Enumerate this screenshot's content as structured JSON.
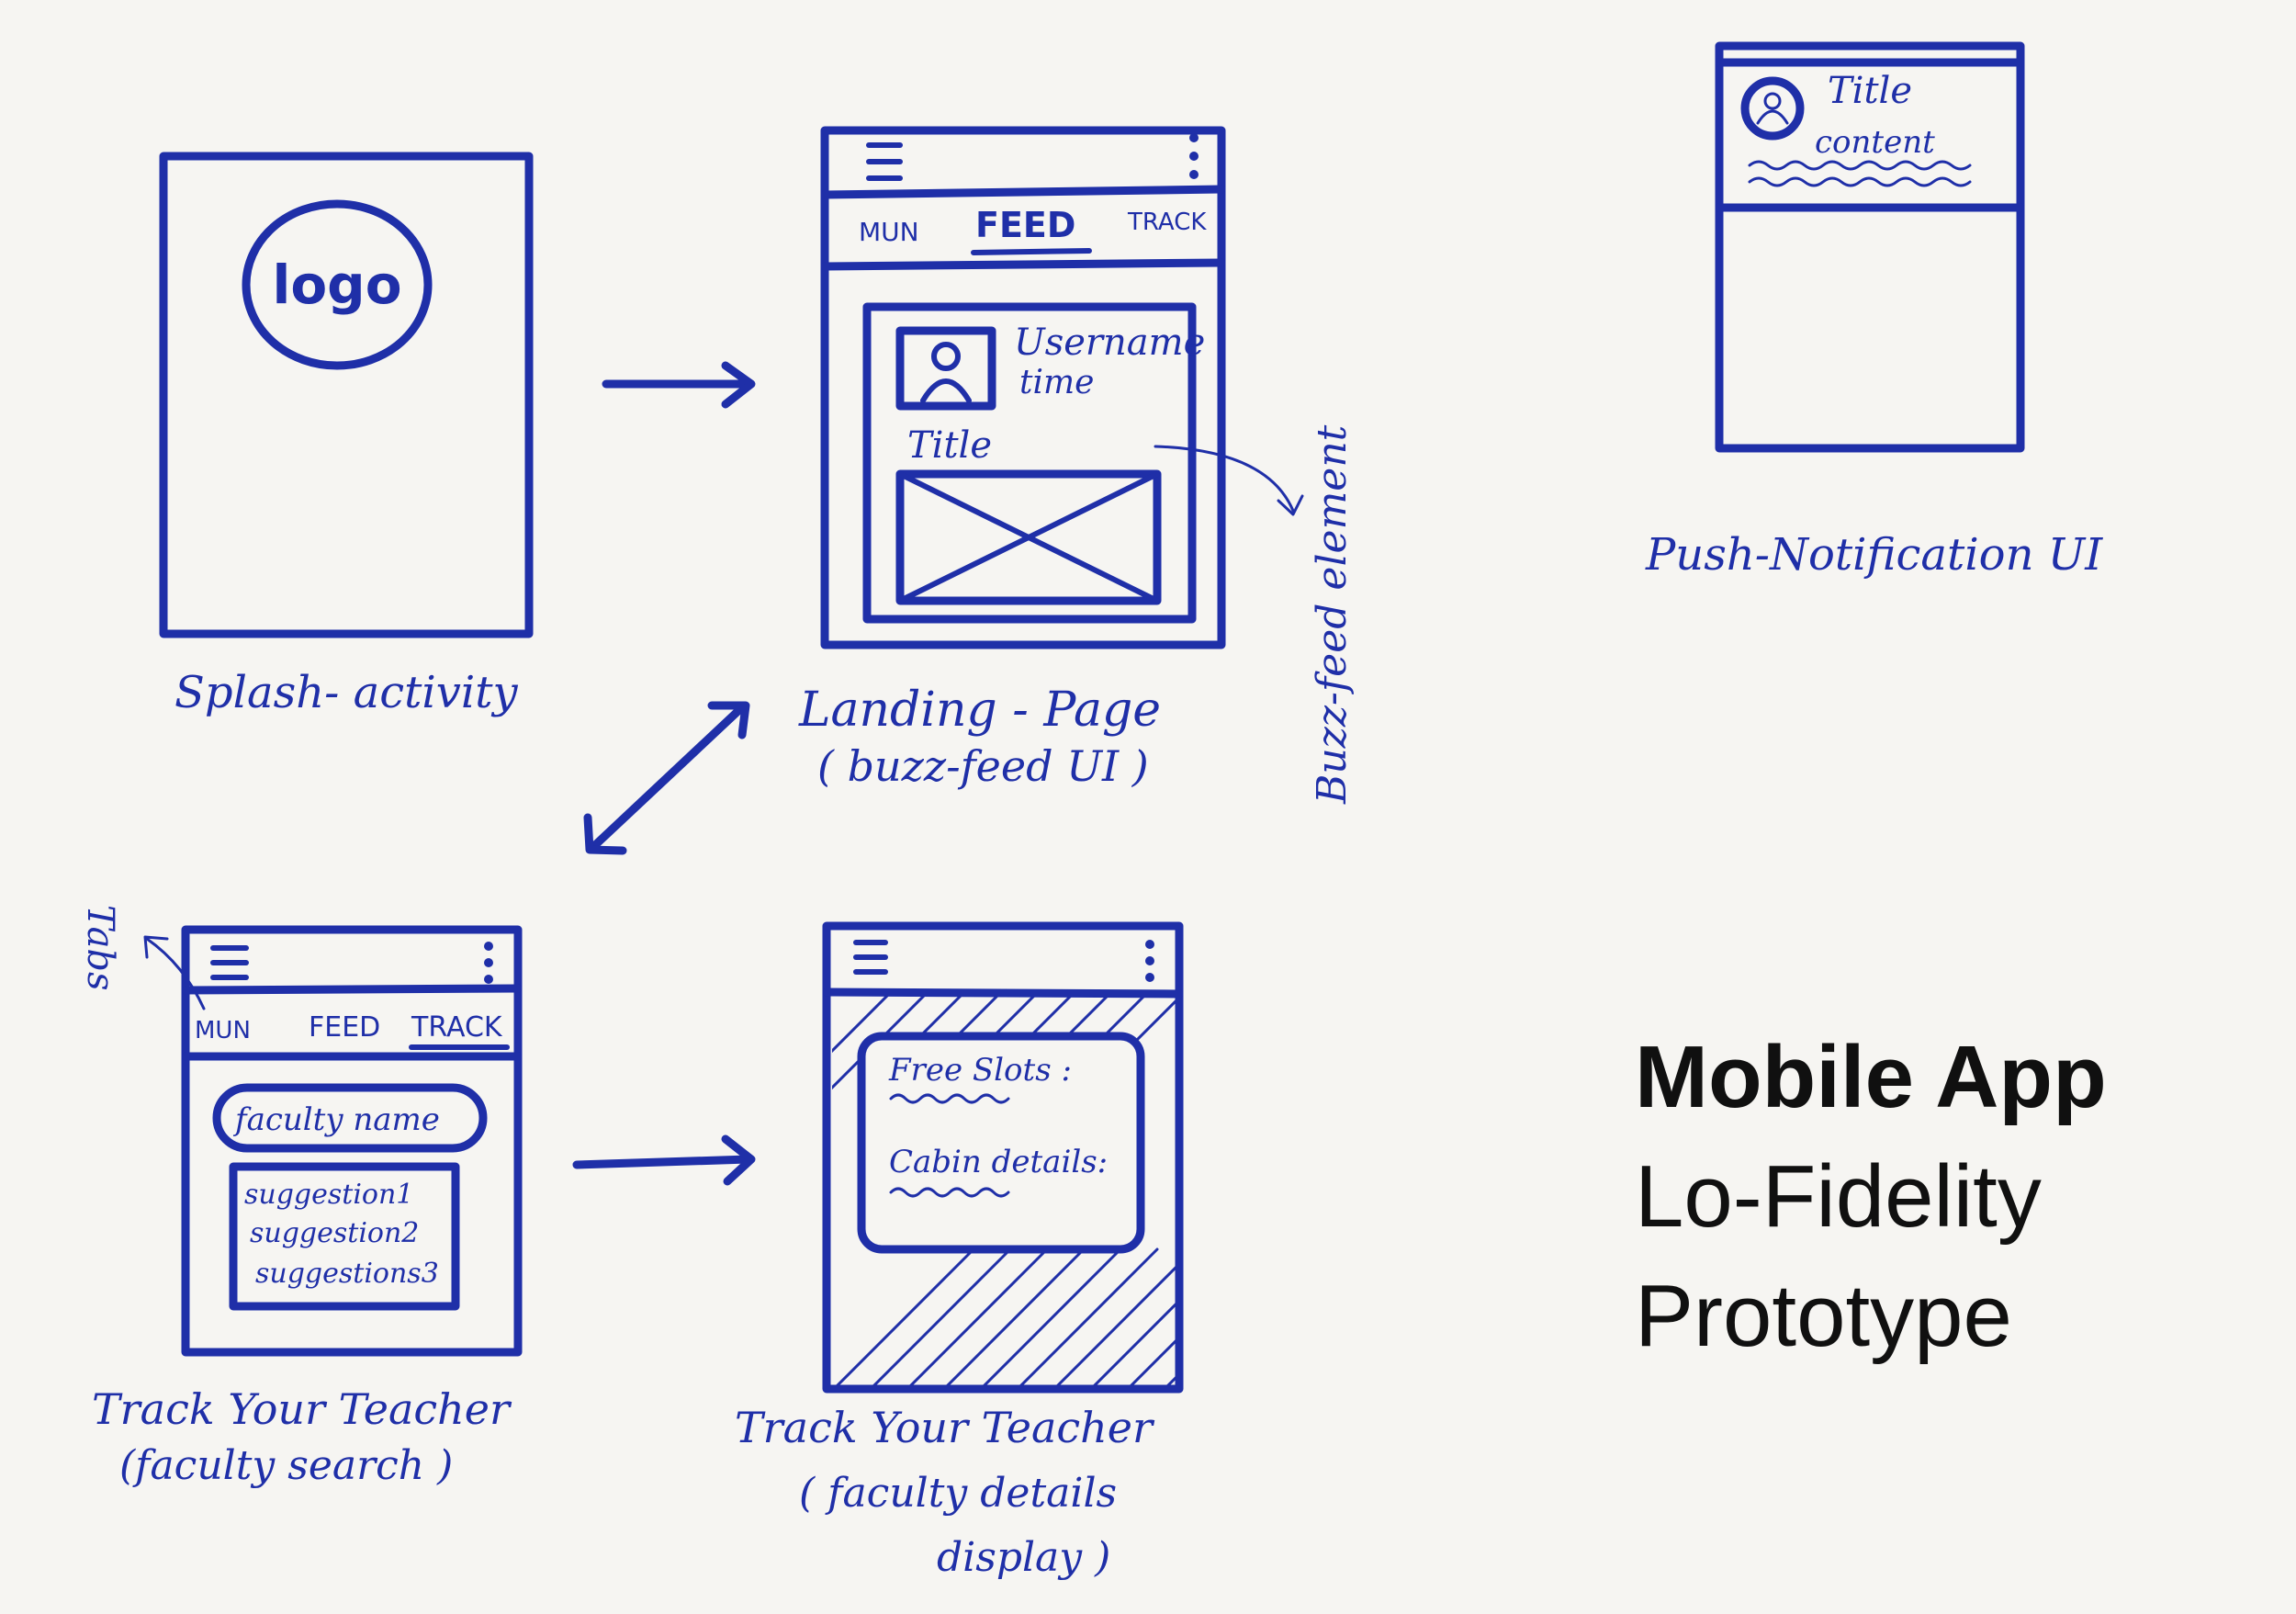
{
  "title": {
    "line1": "Mobile App",
    "line2": "Lo-Fidelity",
    "line3": "Prototype"
  },
  "ink_color": "#1f2fa8",
  "splash": {
    "logo": "logo",
    "caption": "Splash- activity"
  },
  "landing": {
    "tabs": [
      "MUN",
      "FEED",
      "TRACK"
    ],
    "active_tab": "FEED",
    "username": "Username",
    "time": "time",
    "post_title": "Title",
    "caption_line1": "Landing - Page",
    "caption_line2": "( buzz-feed UI )",
    "annotation": "Buzz-feed element"
  },
  "push": {
    "title": "Title",
    "content": "content",
    "caption": "Push-Notification UI"
  },
  "search": {
    "tabs": [
      "MUN",
      "FEED",
      "TRACK"
    ],
    "active_tab": "TRACK",
    "search_placeholder": "faculty name",
    "suggestions": [
      "suggestion1",
      "suggestion2",
      "suggestions3"
    ],
    "annotation": "Tabs",
    "caption_line1": "Track Your Teacher",
    "caption_line2": "(faculty search )"
  },
  "details": {
    "free_slots": "Free Slots :",
    "cabin": "Cabin details:",
    "caption_line1": "Track Your Teacher",
    "caption_line2": "( faculty details",
    "caption_line3": "display )"
  }
}
